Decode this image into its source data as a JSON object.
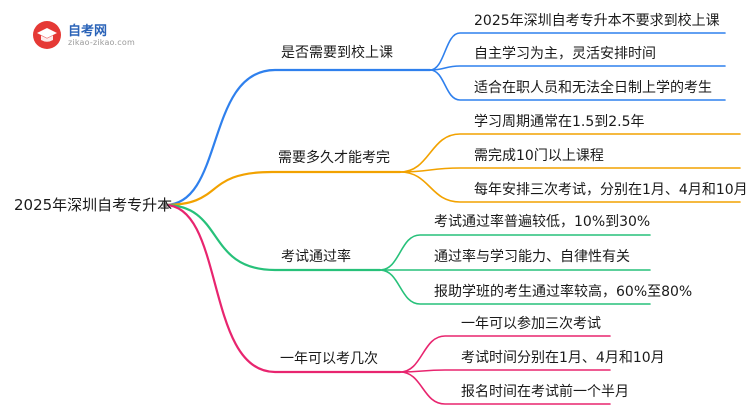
{
  "logo": {
    "title": "自考网",
    "url": "zikao-zikao.com",
    "icon": "graduation-cap-icon"
  },
  "root": {
    "label": "2025年深圳自考专升本"
  },
  "branches": [
    {
      "label": "是否需要到校上课",
      "color": "#2f80ed",
      "leaves": [
        "2025年深圳自考专升本不要求到校上课",
        "自主学习为主，灵活安排时间",
        "适合在职人员和无法全日制上学的考生"
      ]
    },
    {
      "label": "需要多久才能考完",
      "color": "#f2a200",
      "leaves": [
        "学习周期通常在1.5到2.5年",
        "需完成10门以上课程",
        "每年安排三次考试，分别在1月、4月和10月"
      ]
    },
    {
      "label": "考试通过率",
      "color": "#27c17a",
      "leaves": [
        "考试通过率普遍较低，10%到30%",
        "通过率与学习能力、自律性有关",
        "报助学班的考生通过率较高，60%至80%"
      ]
    },
    {
      "label": "一年可以考几次",
      "color": "#e8256f",
      "leaves": [
        "一年可以参加三次考试",
        "考试时间分别在1月、4月和10月",
        "报名时间在考试前一个半月"
      ]
    }
  ]
}
